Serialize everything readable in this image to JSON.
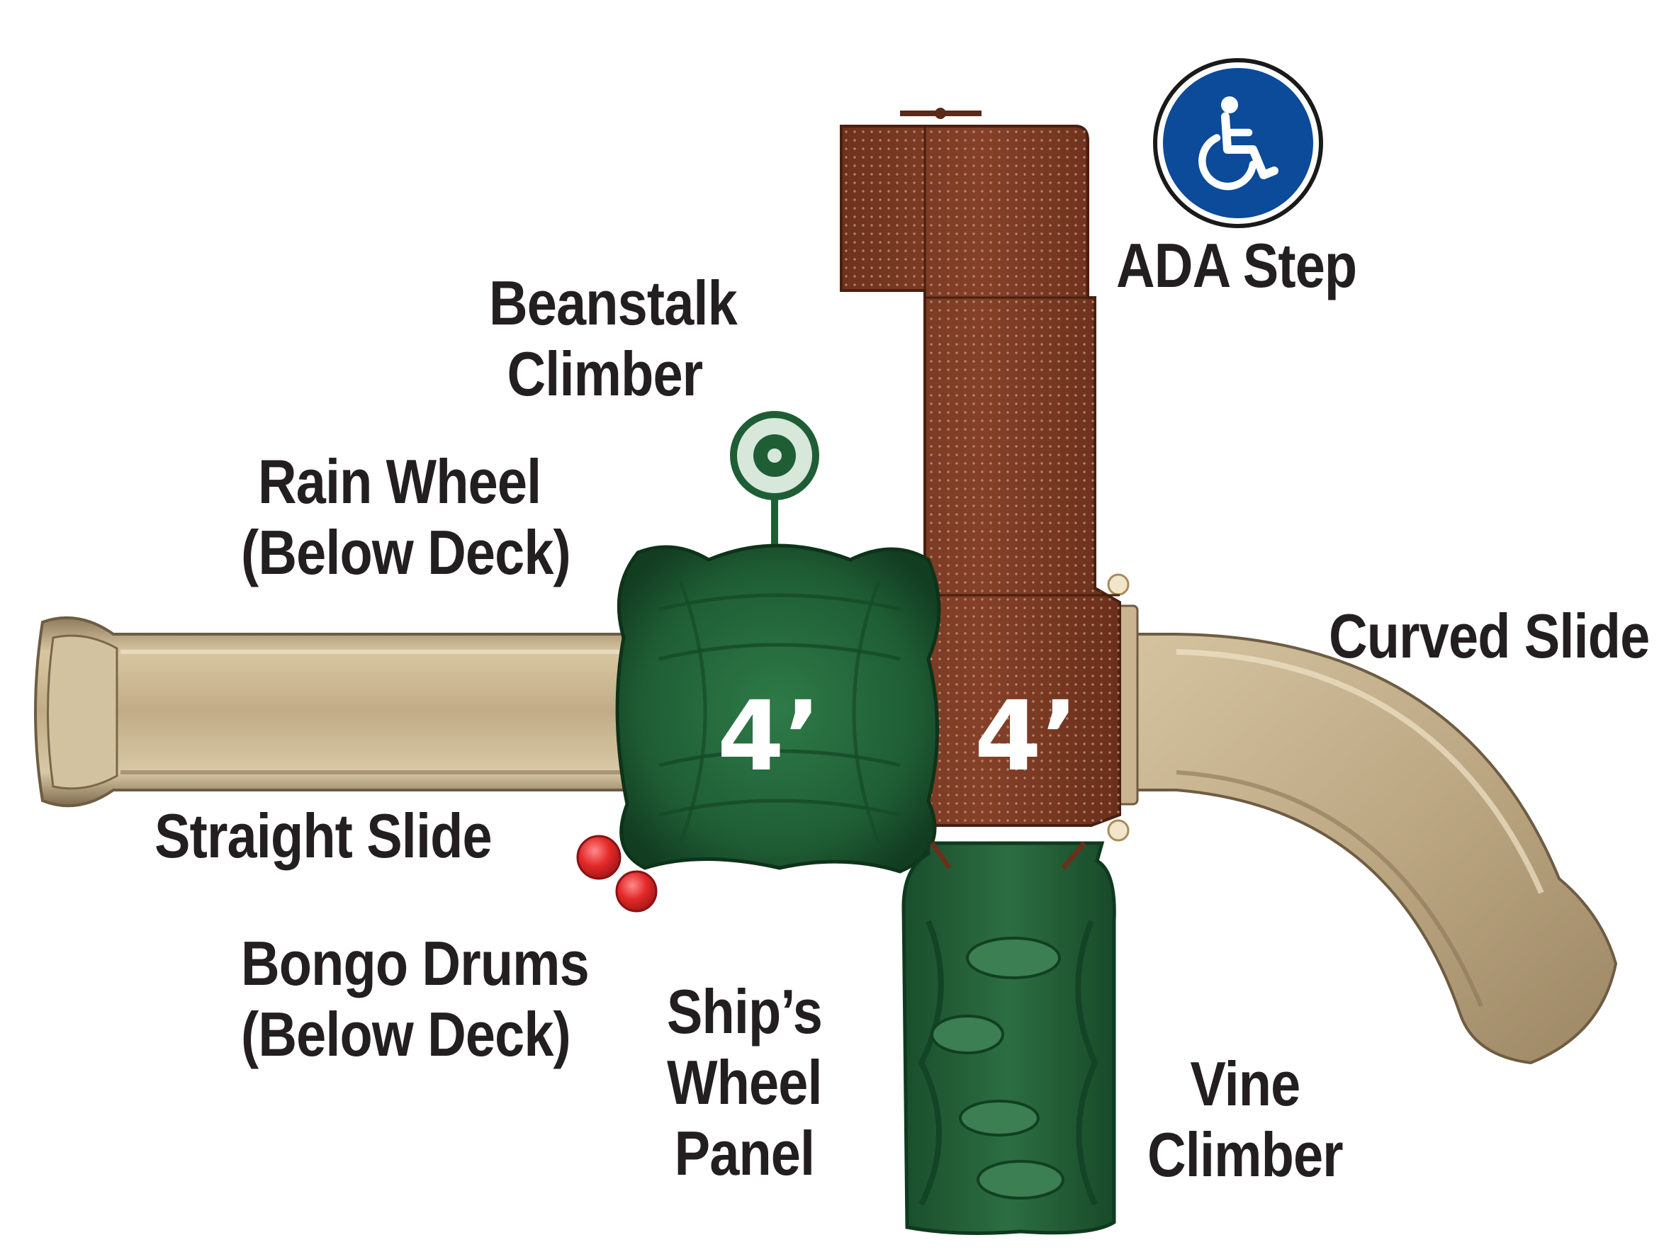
{
  "labels": {
    "ada_step": "ADA Step",
    "beanstalk_climber": [
      "Beanstalk",
      "Climber"
    ],
    "rain_wheel": [
      "Rain Wheel",
      "(Below Deck)"
    ],
    "curved_slide": "Curved Slide",
    "straight_slide": "Straight Slide",
    "bongo_drums": [
      "Bongo Drums",
      "(Below Deck)"
    ],
    "ships_wheel_panel": [
      "Ship’s",
      "Wheel",
      "Panel"
    ],
    "vine_climber": [
      "Vine",
      "Climber"
    ]
  },
  "deck_heights": {
    "green_deck": "4’",
    "brown_deck": "4’"
  },
  "icons": {
    "accessibility": "wheelchair-icon"
  },
  "colors": {
    "slide_tan": "#c9b48f",
    "deck_green": "#1e5a32",
    "deck_brown": "#7a3a22",
    "accessible_blue": "#0c4a9a",
    "drum_red": "#e42a2a"
  }
}
